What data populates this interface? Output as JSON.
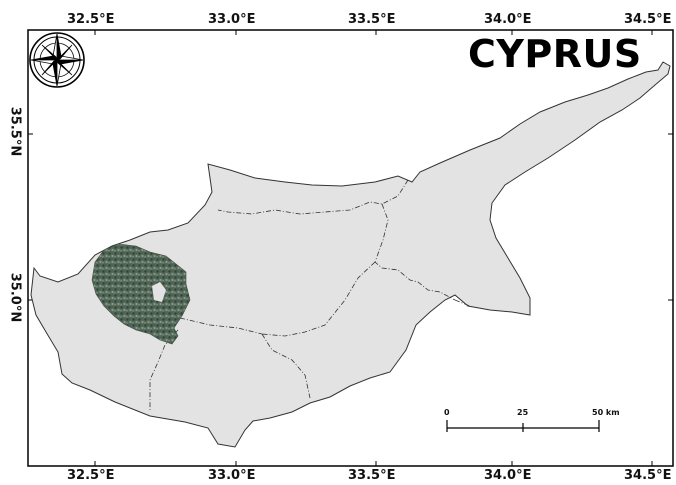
{
  "title": "CYPRUS",
  "longitude_labels": [
    "32.5°E",
    "33.0°E",
    "33.5°E",
    "34.0°E",
    "34.5°E"
  ],
  "latitude_labels": [
    "35.5°N",
    "35.0°N"
  ],
  "scale_bar": {
    "labels": [
      "0",
      "25",
      "50 km"
    ]
  },
  "colors": {
    "land": "#e3e3e3",
    "outline": "#333333",
    "study_area": "#4f6650",
    "frame": "#000000"
  },
  "icons": {
    "north_arrow": "compass-rose-icon"
  }
}
